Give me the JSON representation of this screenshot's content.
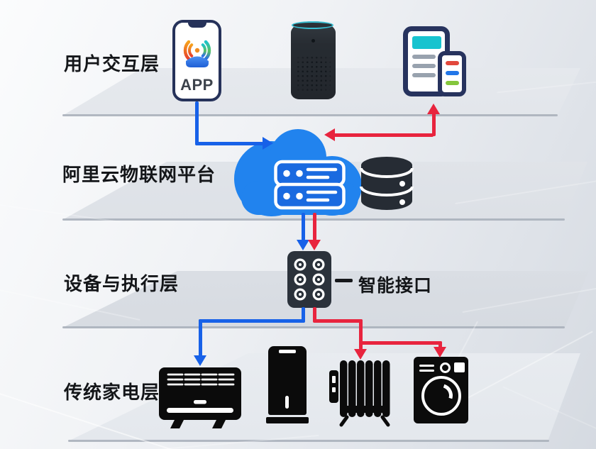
{
  "layers": [
    {
      "label": "用户交互层"
    },
    {
      "label": "阿里云物联网平台"
    },
    {
      "label": "设备与执行层"
    },
    {
      "label": "传统家电层"
    }
  ],
  "annotations": {
    "interface_label": "智能接口",
    "app_label": "APP"
  },
  "icons": {
    "smartphone-icon": "rounded-rect phone with notch and APP logo",
    "app-logo-icon": "circular arcs logo (orange left, teal-green-blue right, blue base)",
    "smart-speaker-icon": "dark cylinder speaker with teal rim",
    "tablet-icon": "navy outlined tablet with teal header and gray text bars",
    "mini-phone-icon": "navy outlined phone with red, blue, green bars",
    "cloud-icon": "blue cloud",
    "server-icon": "two-row server rack inside cloud",
    "database-icon": "dark stacked-cylinder database",
    "smart-interface-icon": "dark box with 2x3 white sockets",
    "convector-heater-icon": "black panel heater with grille",
    "refrigerator-icon": "tall black cabinet appliance",
    "radiator-icon": "black oil-filled radiator with fins",
    "washing-machine-icon": "black front-load washer with round door"
  },
  "colors": {
    "arrow_blue": "#1761e8",
    "arrow_red": "#e8243e",
    "cloud_blue": "#2183ee",
    "server_blue": "#1a6ae0",
    "dark_device": "#262c34",
    "appliance_black": "#0b0b0b",
    "teal": "#17c3cf",
    "navy_outline": "#27335e",
    "bar_red": "#e2483c",
    "bar_blue": "#2276e8",
    "bar_green": "#84c63c",
    "label_text": "#141619"
  }
}
